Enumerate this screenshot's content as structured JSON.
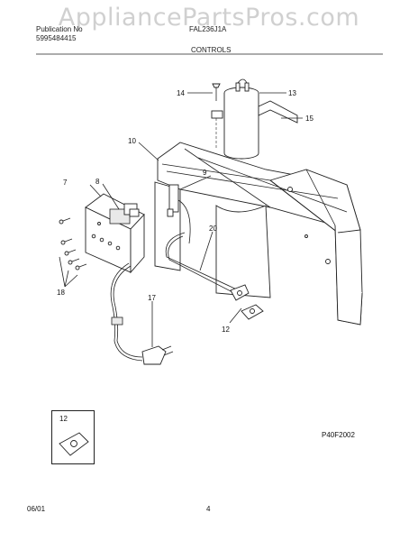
{
  "header": {
    "watermark": "AppliancePartsPros.com",
    "publication_label": "Publication No",
    "publication_number": "5995484415",
    "model_number": "FAL236J1A",
    "section_title": "CONTROLS"
  },
  "callouts": [
    {
      "id": "c7",
      "text": "7"
    },
    {
      "id": "c8",
      "text": "8"
    },
    {
      "id": "c9",
      "text": "9"
    },
    {
      "id": "c10",
      "text": "10"
    },
    {
      "id": "c12",
      "text": "12"
    },
    {
      "id": "c13",
      "text": "13"
    },
    {
      "id": "c14",
      "text": "14"
    },
    {
      "id": "c15",
      "text": "15"
    },
    {
      "id": "c17",
      "text": "17"
    },
    {
      "id": "c18",
      "text": "18"
    },
    {
      "id": "c20",
      "text": "20"
    }
  ],
  "inset": {
    "label": "12"
  },
  "figure_code": "P40F2002",
  "footer": {
    "date": "06/01",
    "page": "4"
  }
}
